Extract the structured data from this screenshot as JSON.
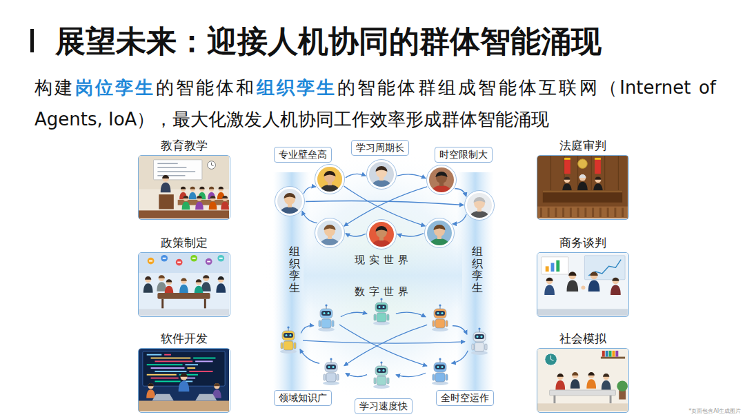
{
  "diagram": {
    "title": "展望未来：迎接人机协同的群体智能涌现",
    "nodes": [
      {
        "text": [
          "教育教学"
        ]
      },
      {
        "text": [
          "专业壁垒高"
        ]
      },
      {
        "text": [
          "学习周期长"
        ]
      },
      {
        "text": [
          "时空限制大"
        ]
      },
      {
        "text": [
          "法庭审判"
        ]
      },
      {
        "text": [
          "政策制定"
        ]
      },
      {
        "text": [
          "商务谈判"
        ]
      },
      {
        "text": [
          "软件开发"
        ]
      },
      {
        "text": [
          "领域知识广"
        ]
      },
      {
        "text": [
          "学习速度快"
        ]
      },
      {
        "text": [
          "全时空运作"
        ]
      },
      {
        "text": [
          "社会模拟"
        ]
      }
    ],
    "labels": [
      "构建",
      "岗位孪生",
      "的智能体和",
      "组织孪生",
      "的智能体群组成智能体互联网（Internet of Agents, IoA），最大化激发人机协同工作效率形成群体智能涌现",
      "组织孪生",
      "现实世界",
      "数字世界",
      "组织孪生",
      "*页面包含AI生成图片"
    ]
  }
}
